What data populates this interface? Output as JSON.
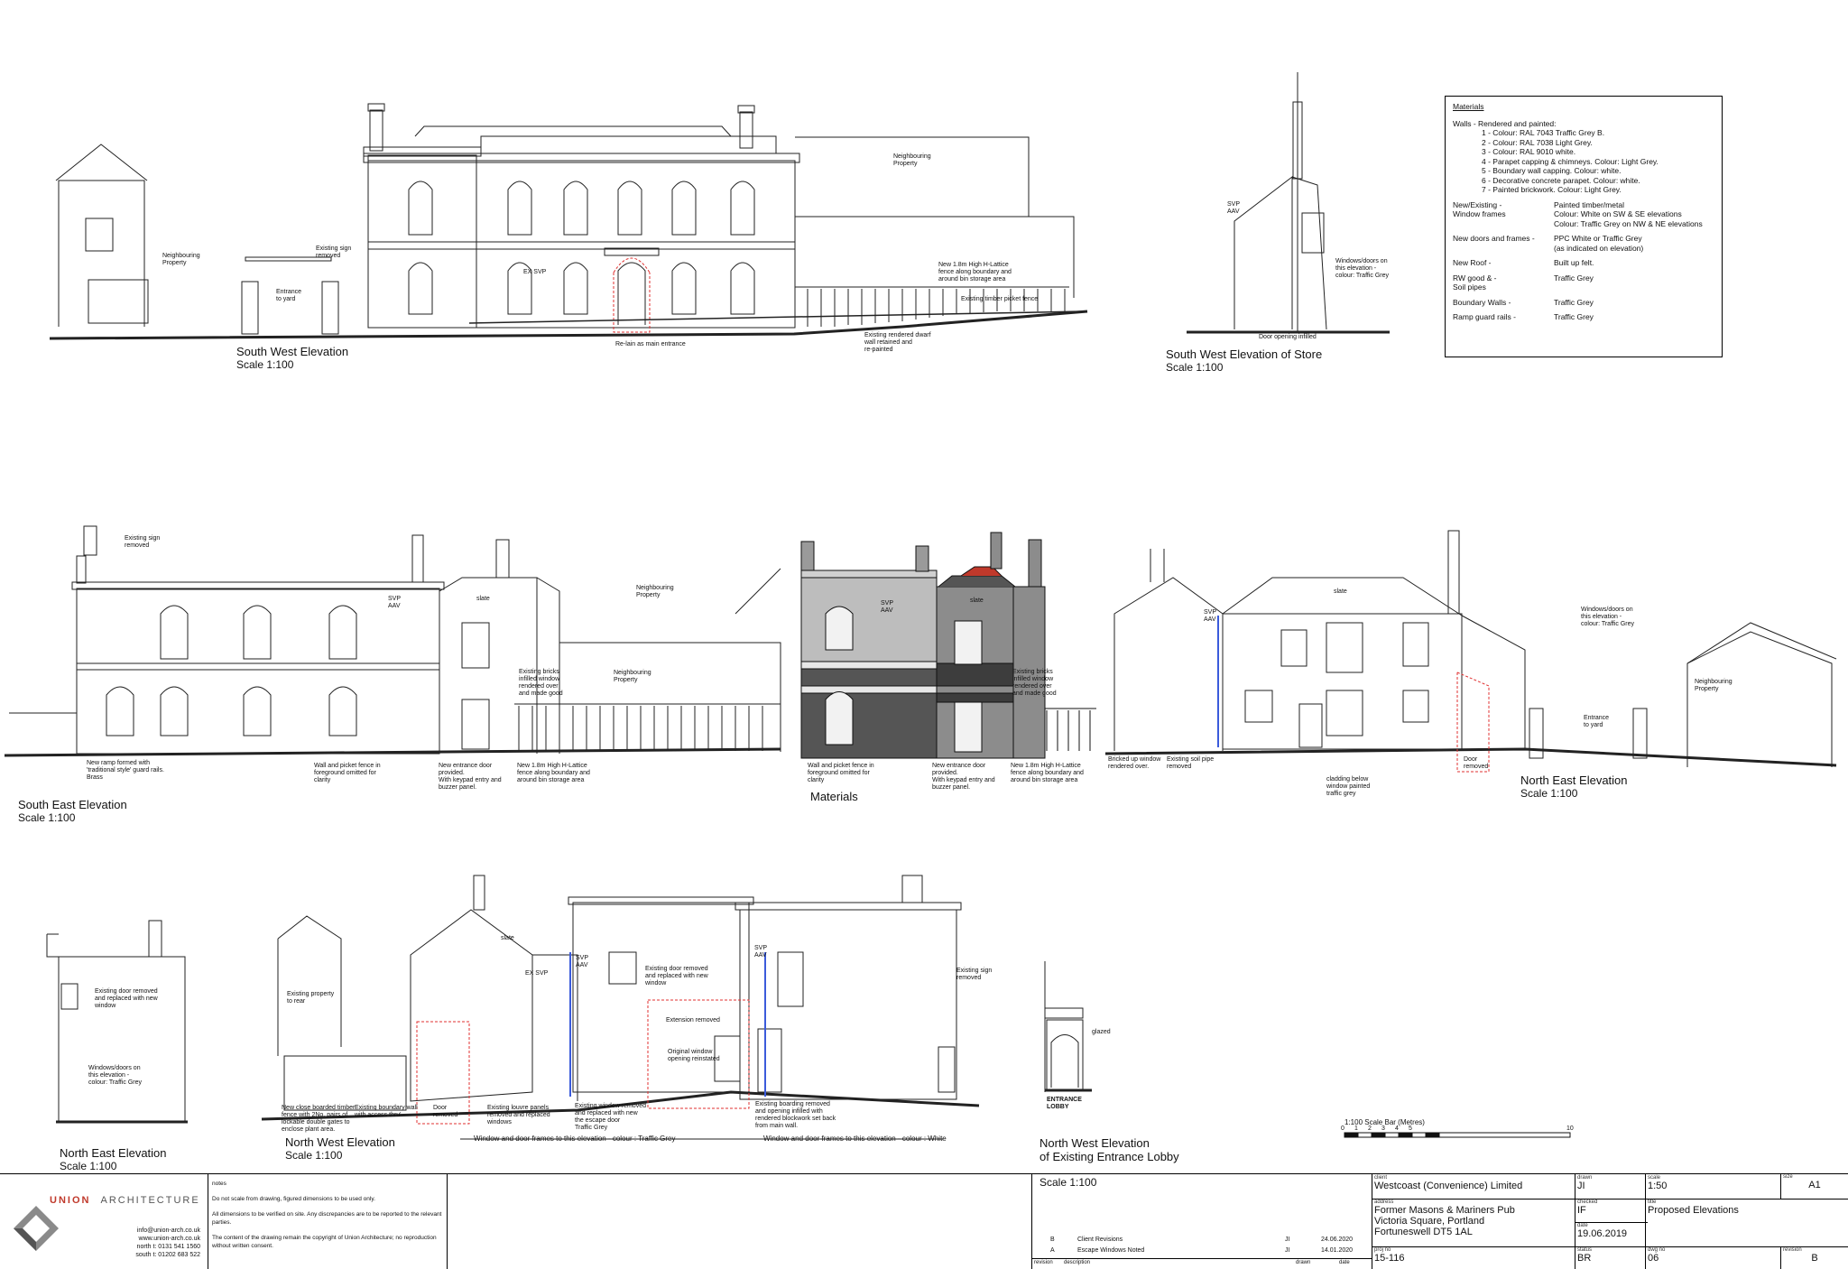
{
  "views": [
    {
      "id": "sw",
      "title": "South West Elevation",
      "scale": "Scale 1:100"
    },
    {
      "id": "sw-store",
      "title": "South West Elevation of Store",
      "scale": "Scale 1:100"
    },
    {
      "id": "se",
      "title": "South East Elevation",
      "scale": "Scale 1:100"
    },
    {
      "id": "mat",
      "title": "Materials",
      "scale": ""
    },
    {
      "id": "ne",
      "title": "North East Elevation",
      "scale": "Scale 1:100"
    },
    {
      "id": "ne-small",
      "title": "North East Elevation",
      "scale": "Scale 1:100"
    },
    {
      "id": "nw",
      "title": "North West Elevation",
      "scale": "Scale 1:100"
    },
    {
      "id": "nw-lobby",
      "title": "North West Elevation\nof Existing Entrance Lobby",
      "scale": "Scale 1:100"
    }
  ],
  "notes": {
    "neighbouring_property": "Neighbouring\nProperty",
    "entrance_to_yard": "Entrance\nto yard",
    "existing_sign_removed": "Existing sign\nremoved",
    "relain_main_entrance": "Re-lain as main entrance",
    "existing_rendered_dwarf_wall": "Existing rendered dwarf\nwall retained and\nre-painted",
    "new_fence": "New 1.8m High H-Lattice\nfence along boundary and\naround bin storage area",
    "existing_timber_picket": "Existing timber picket fence",
    "windows_doors_elevation": "Windows/doors on\nthis elevation -\ncolour: Traffic Grey",
    "door_opening_infilled": "Door opening infilled",
    "new_ramp": "New ramp formed with\n'traditional style' guard rails.\nBrass",
    "wall_picket_omitted": "Wall and picket fence in\nforeground omitted for\nclarity",
    "new_entrance_door": "New entrance door\nprovided.\nWith keypad entry and\nbuzzer panel.",
    "existing_bricks": "Existing bricks\ninfilled window\nrendered over\nand made good",
    "bricked_up_window": "Bricked up window\nrendered over.",
    "existing_soil_pipe": "Existing soil pipe\nremoved",
    "cladding_below": "cladding below\nwindow painted\ntraffic grey",
    "door_removed": "Door\nremoved",
    "new_close_boarded": "New close boarded timber\nfence with 2No. pairs of\nlockable double gates to\nenclose plant area.",
    "existing_boundary_wall": "Existing boundary wall\nwith access thru'",
    "existing_louvre": "Existing louvre panels\nremoved and replaced\nwindows",
    "existing_window_removed": "Existing window removed\nand replaced with new\nthe escape door\nTraffic Grey",
    "existing_boarding": "Existing boarding removed\nand opening infilled with\nrendered blockwork set back\nfrom main wall.",
    "extension_removed": "Extension removed",
    "original_window": "Original window\nopening reinstated",
    "existing_property_rear": "Existing property\nto rear",
    "existing_door_replaced": "Existing door removed\nand replaced with new\nwindow",
    "window_door_frames_traffic": "Window and door frames to this elevation - colour : Traffic Grey",
    "window_door_frames_white": "Window and door frames to this elevation - colour : White",
    "slate": "slate",
    "ex_svp": "EX SVP",
    "svp_aav": "SVP\nAAV",
    "entrance_lobby": "ENTRANCE\nLOBBY",
    "glazed": "glazed"
  },
  "materials": {
    "heading": "Materials",
    "walls_label": "Walls -  Rendered and painted:",
    "walls_items": [
      "1   -   Colour: RAL 7043 Traffic Grey B.",
      "2   -   Colour: RAL 7038 Light Grey.",
      "3   -   Colour: RAL 9010 white.",
      "4   -   Parapet capping & chimneys. Colour: Light Grey.",
      "5   -   Boundary wall capping. Colour: white.",
      "6   -   Decorative concrete parapet. Colour: white.",
      "7   -   Painted brickwork. Colour: Light Grey."
    ],
    "rows": [
      {
        "k": "New/Existing -\nWindow frames",
        "v": "Painted timber/metal\nColour: White on SW & SE elevations\nColour: Traffic Grey on NW & NE elevations"
      },
      {
        "k": "New doors and frames -",
        "v": "PPC White or Traffic Grey\n(as indicated on elevation)"
      },
      {
        "k": "New Roof          -",
        "v": "Built up felt."
      },
      {
        "k": "RW good &        -\nSoil pipes",
        "v": "Traffic Grey"
      },
      {
        "k": "Boundary Walls    -",
        "v": "Traffic Grey"
      },
      {
        "k": "Ramp guard rails  -",
        "v": "Traffic Grey"
      }
    ]
  },
  "scalebar": {
    "label": "1:100 Scale Bar (Metres)",
    "ticks": [
      "0",
      "1",
      "2",
      "3",
      "4",
      "5",
      "10"
    ]
  },
  "titleblock": {
    "logo_union": "UNION",
    "logo_arch": "ARCHITECTURE",
    "contact": [
      "info@union-arch.co.uk",
      "www.union-arch.co.uk",
      "north t: 0131 541 1560",
      "south t: 01202 683 522"
    ],
    "notes_heading": "notes",
    "notes": [
      "Do not scale from drawing, figured dimensions to be used only.",
      "All dimensions to be verified on site. Any discrepancies are to be reported to the relevant parties.",
      "The content of the drawing remain the copyright of Union Architecture; no reproduction without written consent."
    ],
    "revisions": [
      {
        "rev": "B",
        "desc": "Client Revisions",
        "by": "JI",
        "date": "24.06.2020"
      },
      {
        "rev": "A",
        "desc": "Escape Windows Noted",
        "by": "JI",
        "date": "14.01.2020"
      }
    ],
    "rev_headers": {
      "rev": "revision",
      "desc": "description",
      "by": "drawn",
      "date": "date"
    },
    "client_cap": "client",
    "client": "Westcoast (Convenience) Limited",
    "drawn_cap": "drawn",
    "drawn": "JI",
    "scale_cap": "scale",
    "scale": "1:50",
    "size_cap": "size",
    "size": "A1",
    "address_cap": "address",
    "address": "Former Masons & Mariners Pub\nVictoria Square, Portland\nFortuneswell DT5 1AL",
    "checked_cap": "checked",
    "checked": "IF",
    "title_cap": "title",
    "title": "Proposed Elevations",
    "date_cap": "date",
    "date": "19.06.2019",
    "project_cap": "proj no",
    "project": "15-116",
    "status_cap": "status",
    "status": "BR",
    "dwg_cap": "dwg no",
    "dwg": "06",
    "revision_cap": "revision",
    "revision": "B"
  },
  "colors": {
    "line": "#111111",
    "pipe": "#3b5bdb",
    "highlight": "#e03131",
    "dark": "#555555",
    "mid": "#8c8c8c",
    "light": "#bdbdbd"
  }
}
